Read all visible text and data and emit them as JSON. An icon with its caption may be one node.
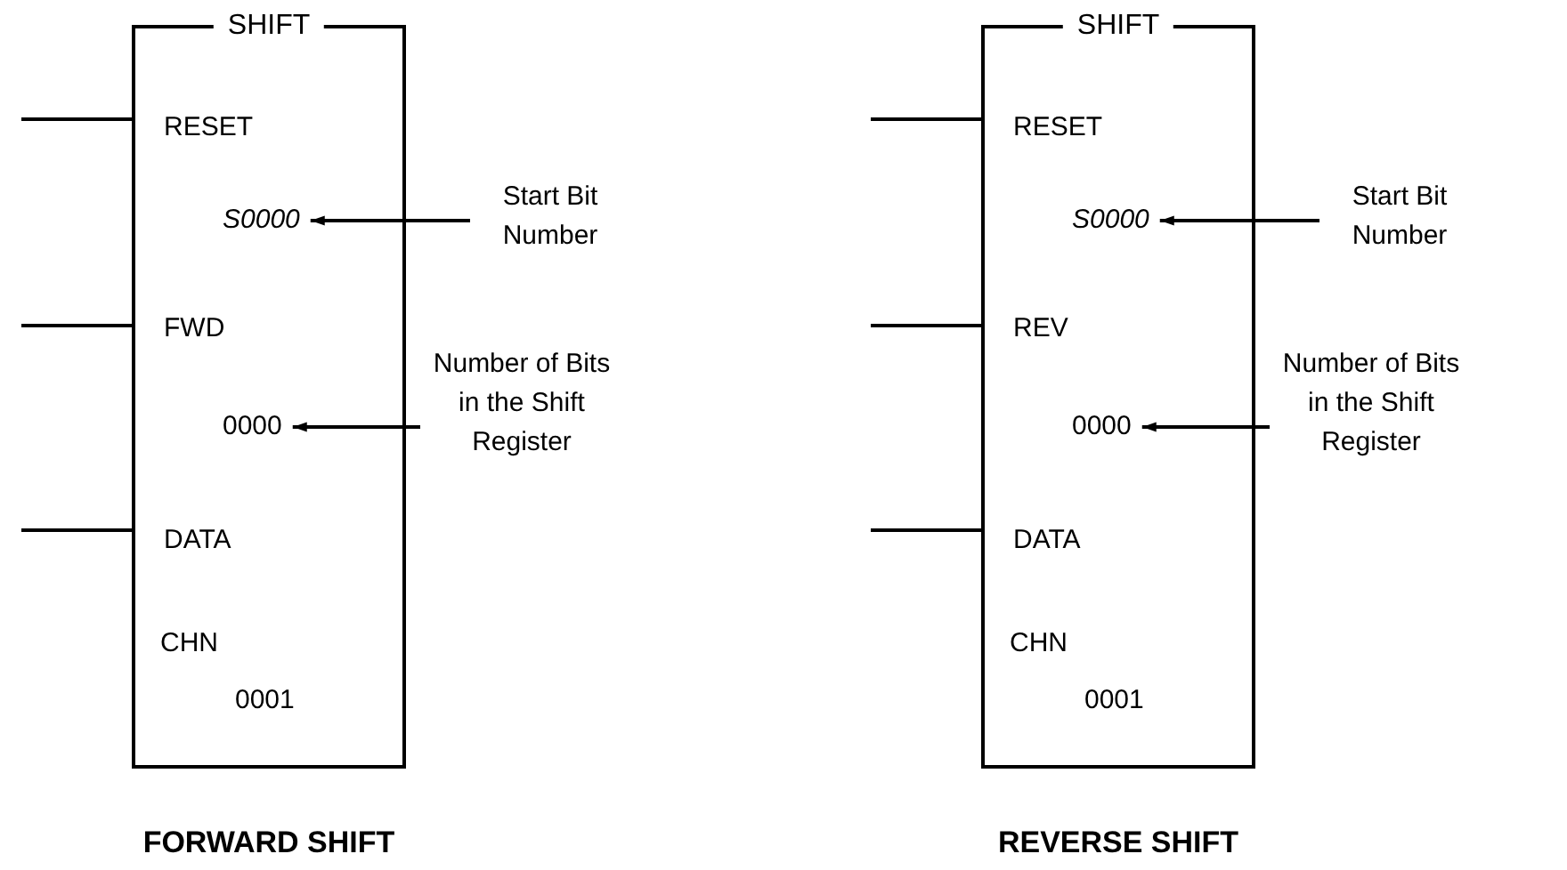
{
  "diagram": {
    "nodes": [
      {
        "text": [
          "SHIFT"
        ],
        "beside": [
          "FORWARD SHIFT"
        ]
      },
      {
        "text": [
          "RESET"
        ],
        "in": 0
      },
      {
        "text": [
          "S0000"
        ],
        "in": 0
      },
      {
        "text": [
          "FWD"
        ],
        "in": 0
      },
      {
        "text": [
          "0000"
        ],
        "in": 0
      },
      {
        "text": [
          "DATA"
        ],
        "in": 0
      },
      {
        "text": [
          "CHN"
        ],
        "in": 0
      },
      {
        "text": [
          "0001"
        ],
        "in": 0
      },
      {
        "text": [
          "Start Bit Number"
        ]
      },
      {
        "text": [
          "Number of Bits in the Shift Register"
        ]
      },
      {
        "text": [
          "SHIFT"
        ],
        "beside": [
          "REVERSE SHIFT"
        ]
      },
      {
        "text": [
          "RESET"
        ],
        "in": 10
      },
      {
        "text": [
          "S0000"
        ],
        "in": 10
      },
      {
        "text": [
          "REV"
        ],
        "in": 10
      },
      {
        "text": [
          "0000"
        ],
        "in": 10
      },
      {
        "text": [
          "DATA"
        ],
        "in": 10
      },
      {
        "text": [
          "CHN"
        ],
        "in": 10
      },
      {
        "text": [
          "0001"
        ],
        "in": 10
      },
      {
        "text": [
          "Start Bit Number"
        ]
      },
      {
        "text": [
          "Number of Bits in the Shift Register"
        ]
      }
    ],
    "edges": [
      {
        "from": 8,
        "to": 2,
        "arrow": "to"
      },
      {
        "from": 9,
        "to": 4,
        "arrow": "to"
      },
      {
        "from": null,
        "to": 0,
        "arrow": "none"
      },
      {
        "from": null,
        "to": 0,
        "arrow": "none"
      },
      {
        "from": null,
        "to": 0,
        "arrow": "none"
      },
      {
        "from": 18,
        "to": 12,
        "arrow": "to"
      },
      {
        "from": 19,
        "to": 14,
        "arrow": "to"
      },
      {
        "from": null,
        "to": 10,
        "arrow": "none"
      },
      {
        "from": null,
        "to": 10,
        "arrow": "none"
      },
      {
        "from": null,
        "to": 10,
        "arrow": "none"
      }
    ]
  }
}
